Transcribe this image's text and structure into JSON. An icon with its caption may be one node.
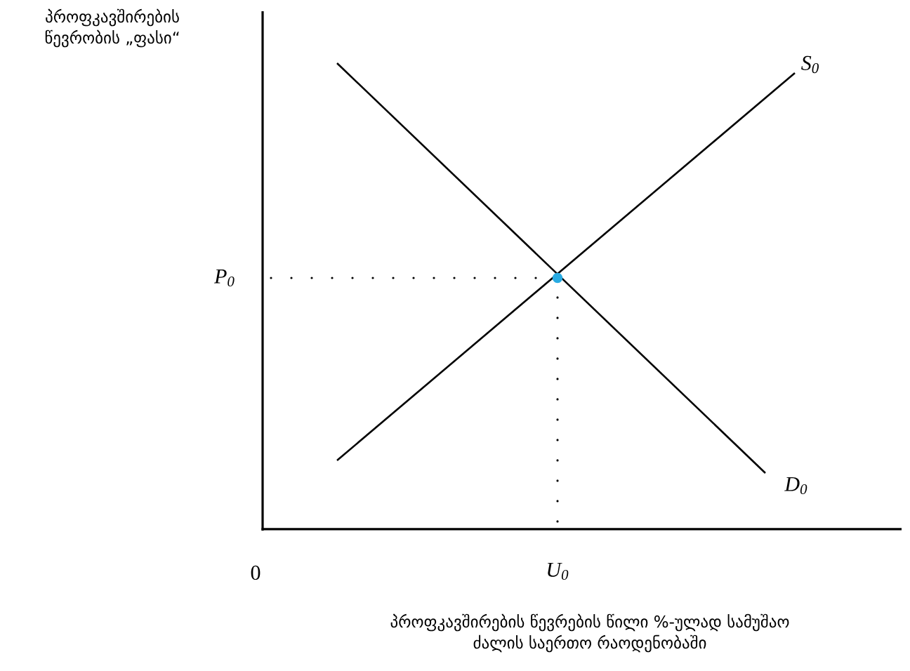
{
  "diagram": {
    "labels": [
      "პროფკავშირების წევრობის „ფასი“",
      "S$_{0}$",
      "P$_{0}$",
      "D$_{0}$",
      "0",
      "U$_{0}$",
      "პროფკავშირების წევრების წილი %-ულად სამუშაო ძალის საერთო რაოდენობაში"
    ]
  }
}
